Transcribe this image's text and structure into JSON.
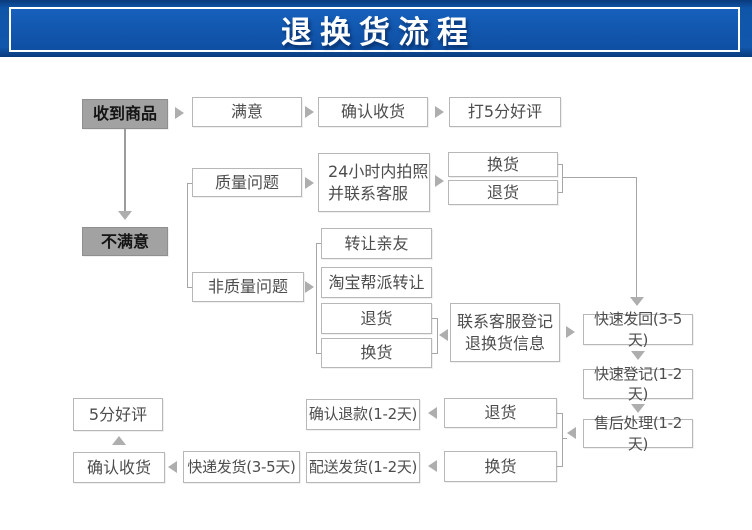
{
  "header": {
    "title": "退换货流程"
  },
  "colors": {
    "banner_blue": "#1158ad",
    "banner_dark_blue": "#0a3a7b",
    "banner_border": "#ffffff",
    "box_border": "#b7b7b7",
    "box_text": "#4d4d4d",
    "gray_box_bg": "#a2a2a2",
    "line_gray": "#a6a6a6"
  },
  "icons": {
    "arrow_right": "▶",
    "arrow_left": "◀",
    "arrow_down": "▼",
    "arrow_up": "▲"
  },
  "nodes": [
    {
      "label": "收到商品"
    },
    {
      "label": "满意"
    },
    {
      "label": "确认收货"
    },
    {
      "label": "打5分好评"
    },
    {
      "label": "不满意"
    },
    {
      "label": "质量问题"
    },
    {
      "label": "24小时内拍照\n并联系客服"
    },
    {
      "label": "换货"
    },
    {
      "label": "退货"
    },
    {
      "label": "非质量问题"
    },
    {
      "label": "转让亲友"
    },
    {
      "label": "淘宝帮派转让"
    },
    {
      "label": "退货"
    },
    {
      "label": "换货"
    },
    {
      "label": "联系客服登记\n退换货信息"
    },
    {
      "label": "快速发回(3-5天)"
    },
    {
      "label": "快速登记(1-2天)"
    },
    {
      "label": "售后处理(1-2天)"
    },
    {
      "label": "退货"
    },
    {
      "label": "确认退款(1-2天)"
    },
    {
      "label": "换货"
    },
    {
      "label": "配送发货(1-2天)"
    },
    {
      "label": "快递发货(3-5天)"
    },
    {
      "label": "确认收货"
    },
    {
      "label": "5分好评"
    }
  ]
}
